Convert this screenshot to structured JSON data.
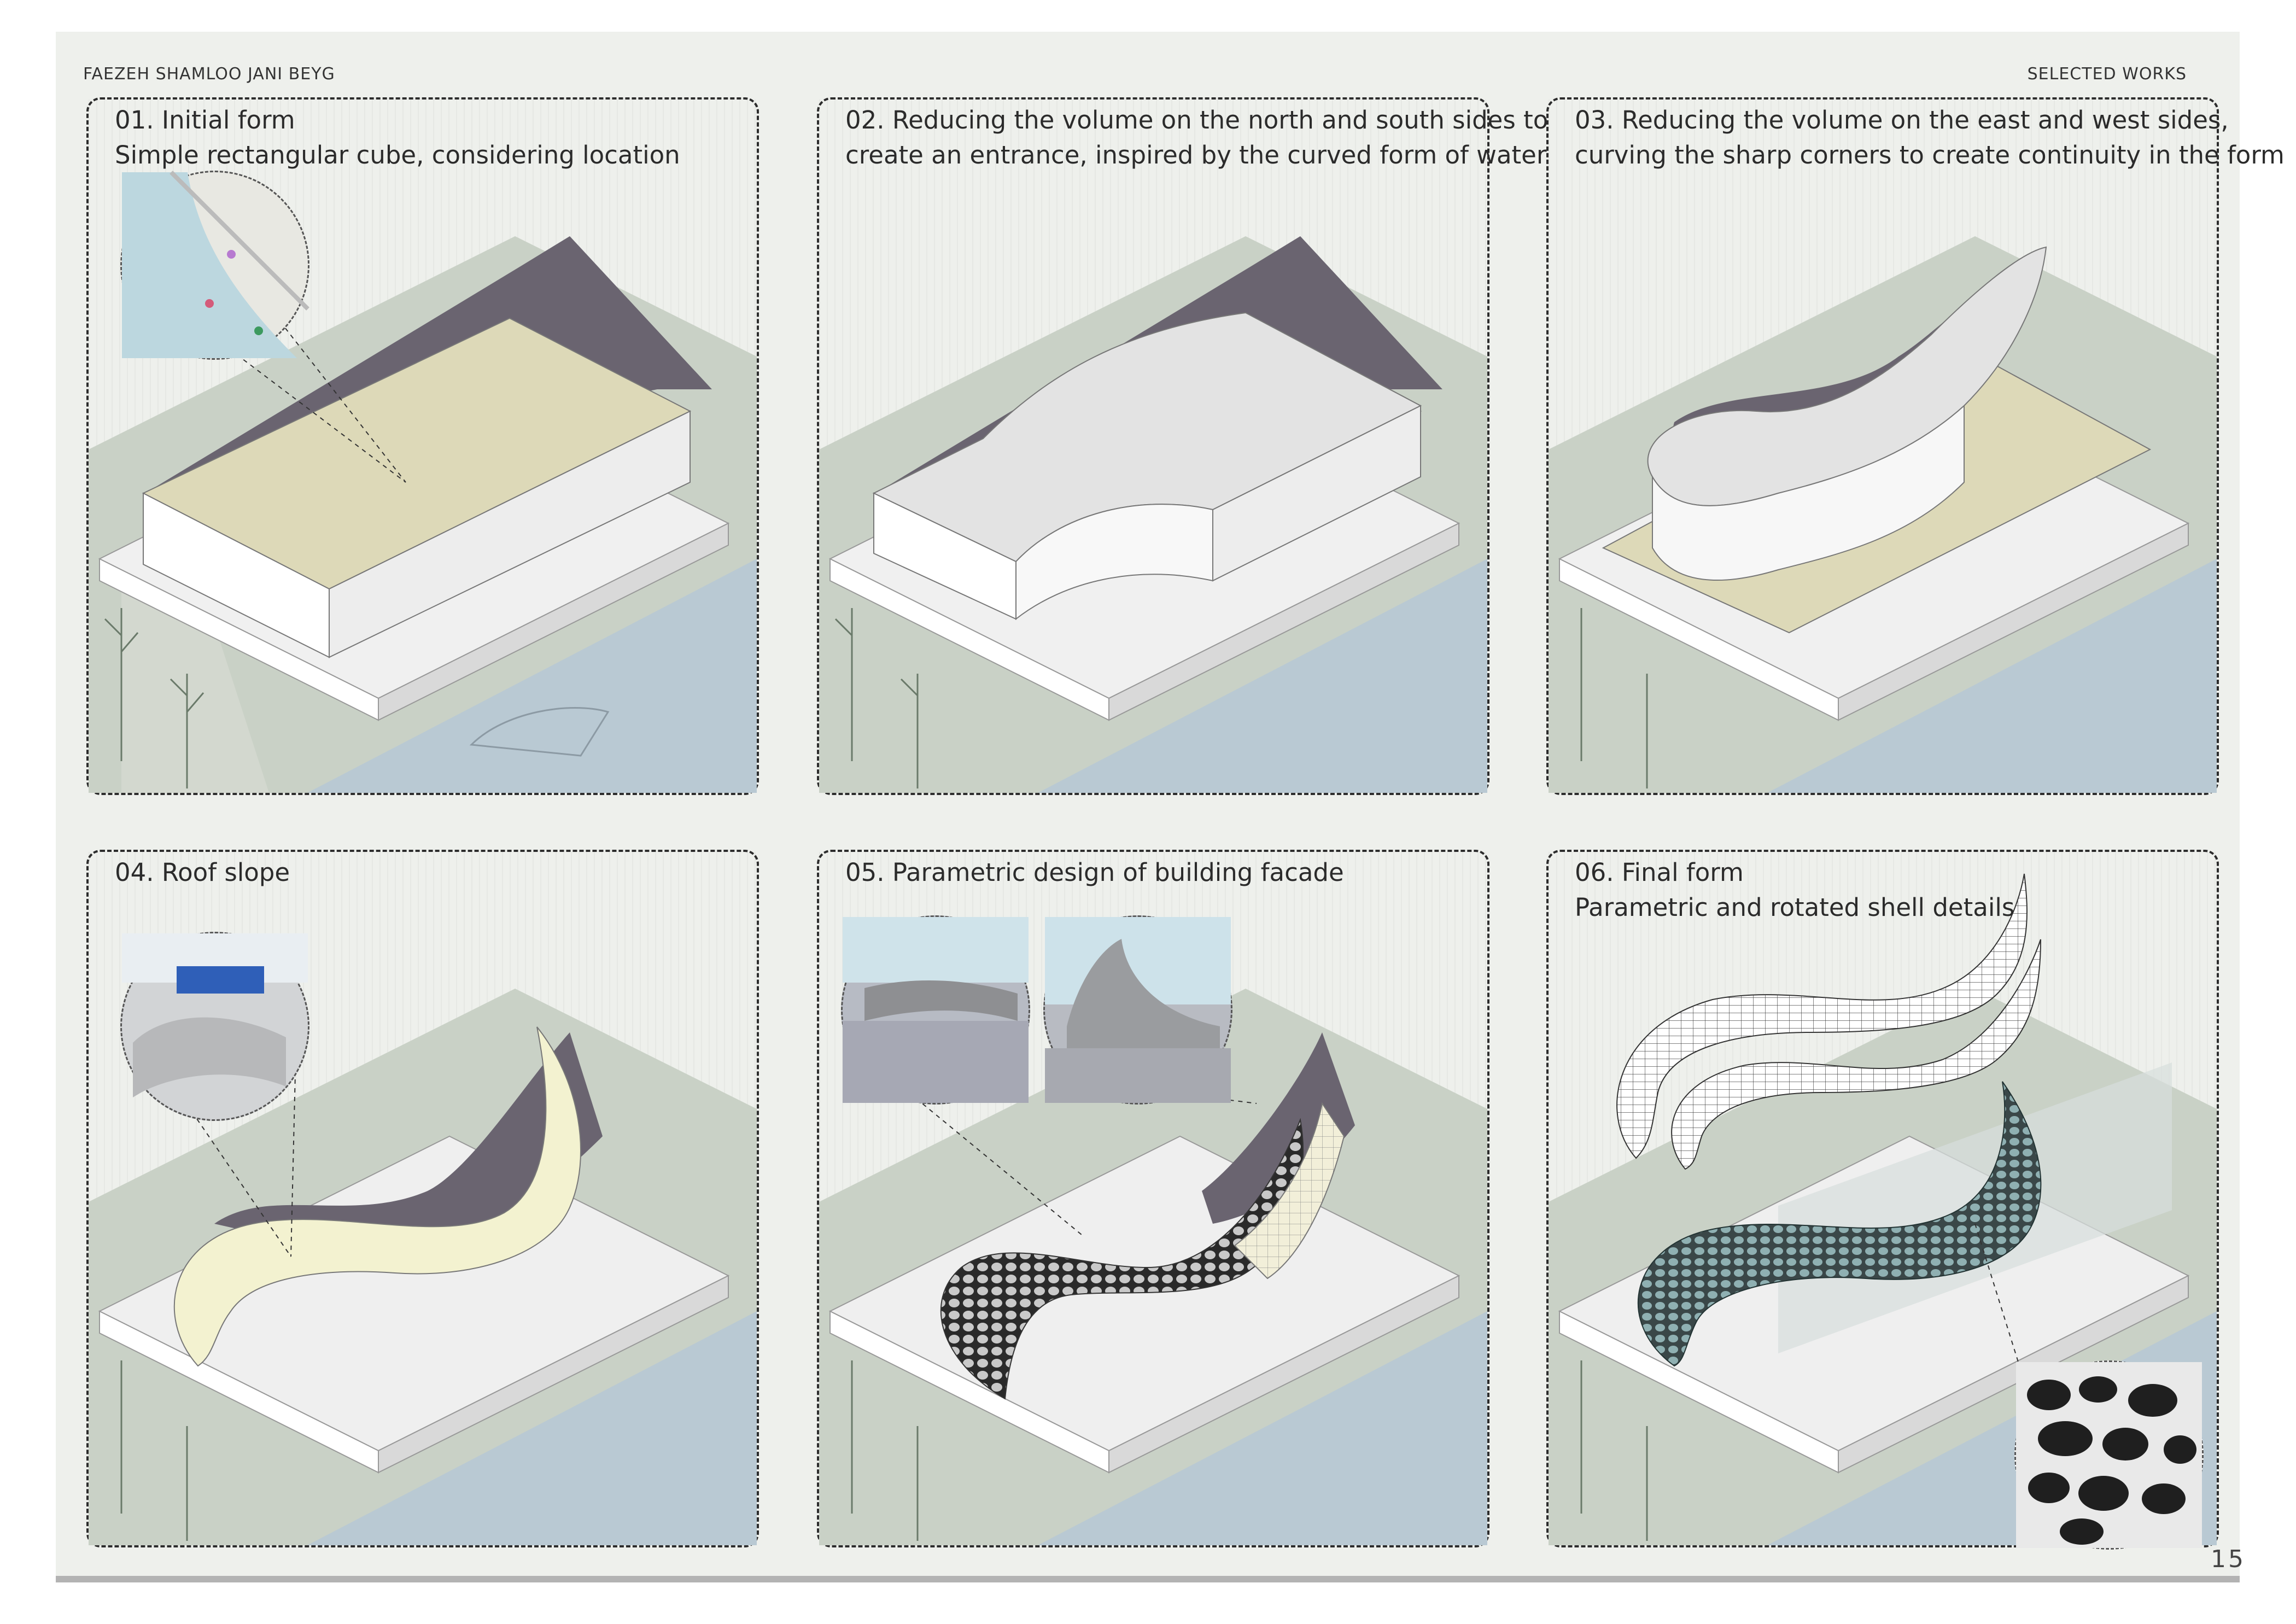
{
  "header": {
    "author": "FAEZEH SHAMLOO JANI BEYG",
    "section": "SELECTED WORKS"
  },
  "page_number": "15",
  "panels": [
    {
      "lines": [
        "01. Initial form",
        "Simple rectangular cube, considering location"
      ]
    },
    {
      "lines": [
        "02. Reducing the volume on the north and south sides to",
        "create an entrance, inspired by the curved form of water"
      ]
    },
    {
      "lines": [
        "03. Reducing the volume on the east and west sides,",
        "curving the sharp corners to create continuity in the form"
      ]
    },
    {
      "lines": [
        "04. Roof slope"
      ]
    },
    {
      "lines": [
        "05. Parametric design of building facade"
      ]
    },
    {
      "lines": [
        "06. Final form",
        "Parametric and rotated shell details"
      ]
    }
  ],
  "colors": {
    "site_green": "#c9d1c6",
    "water_blue": "#b9c9d3",
    "roof_tan": "#ddd9b8",
    "shadow": "#6a6470",
    "platform": "#e6e6e6",
    "facade_teal": "#7f9ea0"
  }
}
